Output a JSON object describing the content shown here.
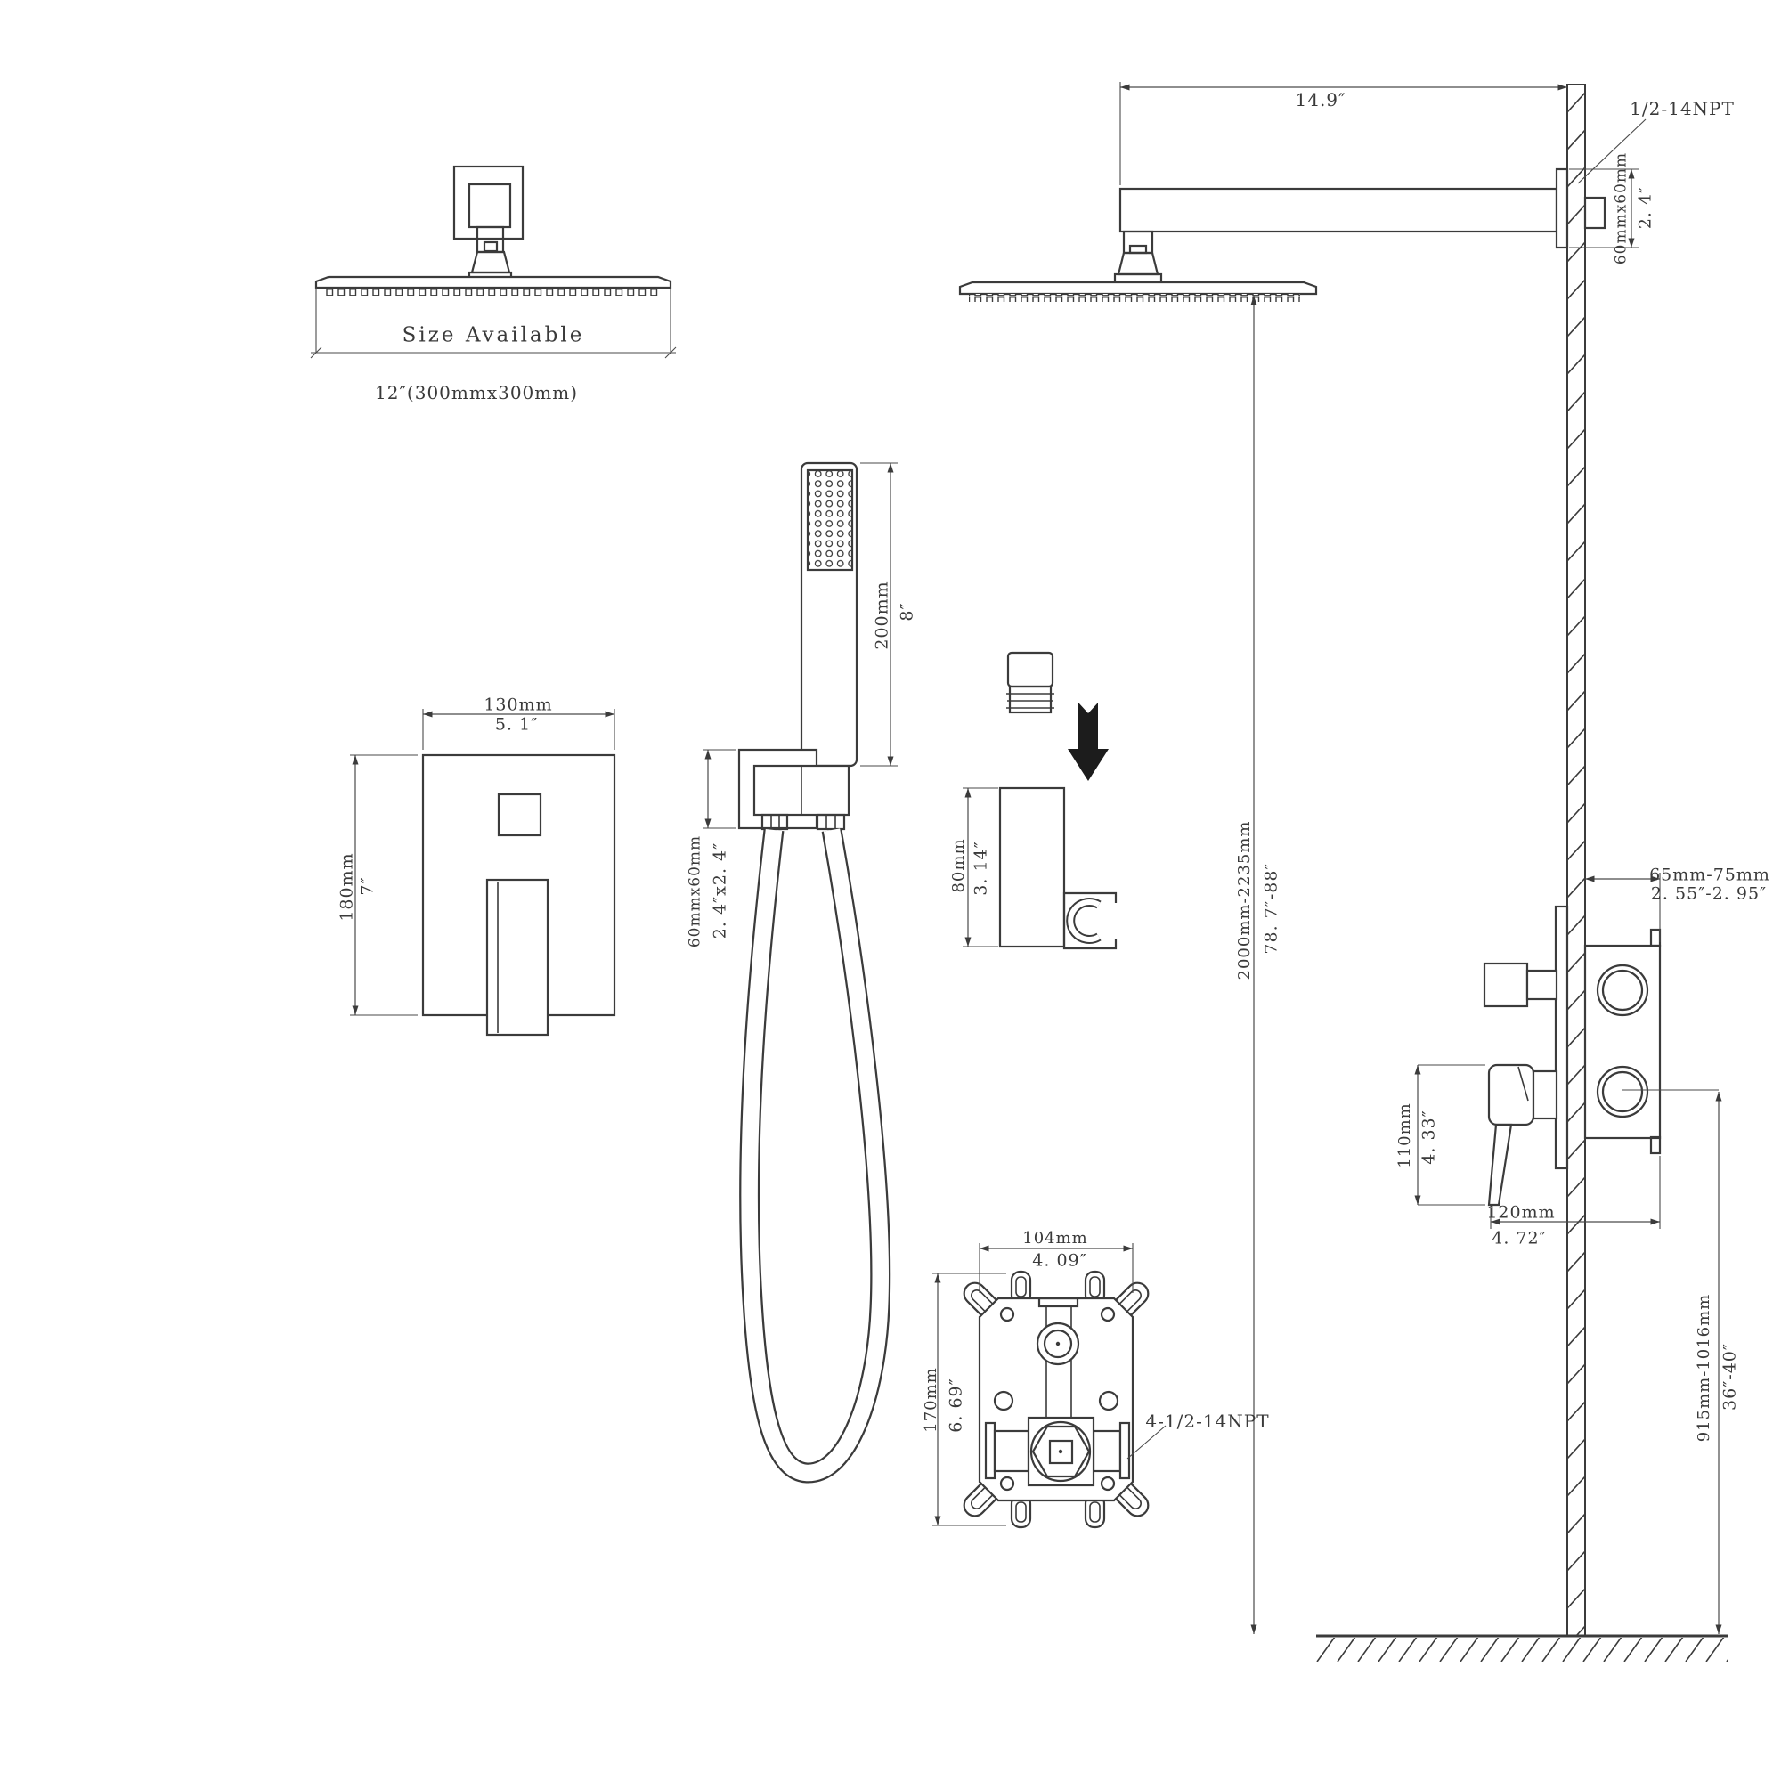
{
  "title": "Shower system installation dimension diagram",
  "colors": {
    "line": "#3b3b3b",
    "text": "#3a3a3a",
    "background": "#ffffff",
    "arrow_fill": "#1c1c1c"
  },
  "labels": {
    "size_available": "Size Available",
    "size_note": "12″(300mmx300mm)",
    "arm_length_in": "14.9″",
    "arm_npt": "1/2-14NPT",
    "arm_flange_mm": "60mmx60mm",
    "arm_flange_in": "2. 4″",
    "trim_width_mm": "130mm",
    "trim_width_in": "5. 1″",
    "trim_height_mm": "180mm",
    "trim_height_in": "7″",
    "wand_length_mm": "200mm",
    "wand_length_in": "8″",
    "outlet_size_mm": "60mmx60mm",
    "outlet_size_in": "2. 4″x2. 4″",
    "holder_height_mm": "80mm",
    "holder_height_in": "3. 14″",
    "install_height_mm": "2000mm-2235mm",
    "install_height_in": "78. 7″-88″",
    "valve_depth_mm": "65mm-75mm",
    "valve_depth_in": "2. 55″-2. 95″",
    "handle_height_mm": "110mm",
    "handle_height_in": "4. 33″",
    "handle_width_mm": "120mm",
    "handle_width_in": "4. 72″",
    "valve_height_mm": "915mm-1016mm",
    "valve_height_in": "36″-40″",
    "roughin_width_mm": "104mm",
    "roughin_width_in": "4. 09″",
    "roughin_height_mm": "170mm",
    "roughin_height_in": "6. 69″",
    "roughin_npt": "4-1/2-14NPT"
  }
}
